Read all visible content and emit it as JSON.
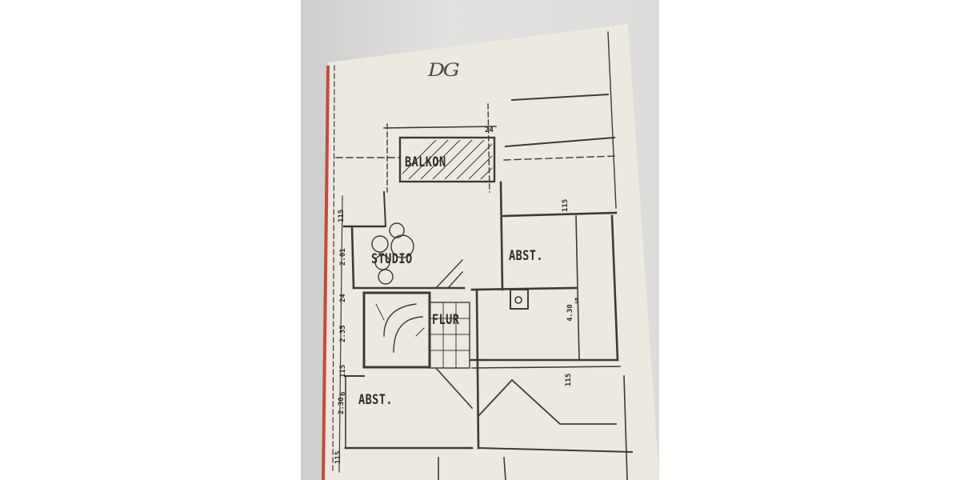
{
  "plan": {
    "title": "DG",
    "rooms": {
      "balkon": "BALKON",
      "studio": "STUDIO",
      "abst_right": "ABST.",
      "flur": "FLUR",
      "abst_bottom": "ABST."
    },
    "dimensions": {
      "d115_top_left": "115",
      "d201": "2.01",
      "d24": "24",
      "d235": "2.35",
      "d115_mid_left": "115",
      "d6": "6",
      "d230": "2.30",
      "d115_bottom_left": "115",
      "d24_balkon": "24",
      "d115_right_top": "115",
      "d430": "4.30",
      "d5": "5",
      "d115_right_bottom": "115"
    },
    "colors": {
      "paper": "#ece9e0",
      "ink": "#3a3a38",
      "margin_line": "#c9483c"
    }
  }
}
